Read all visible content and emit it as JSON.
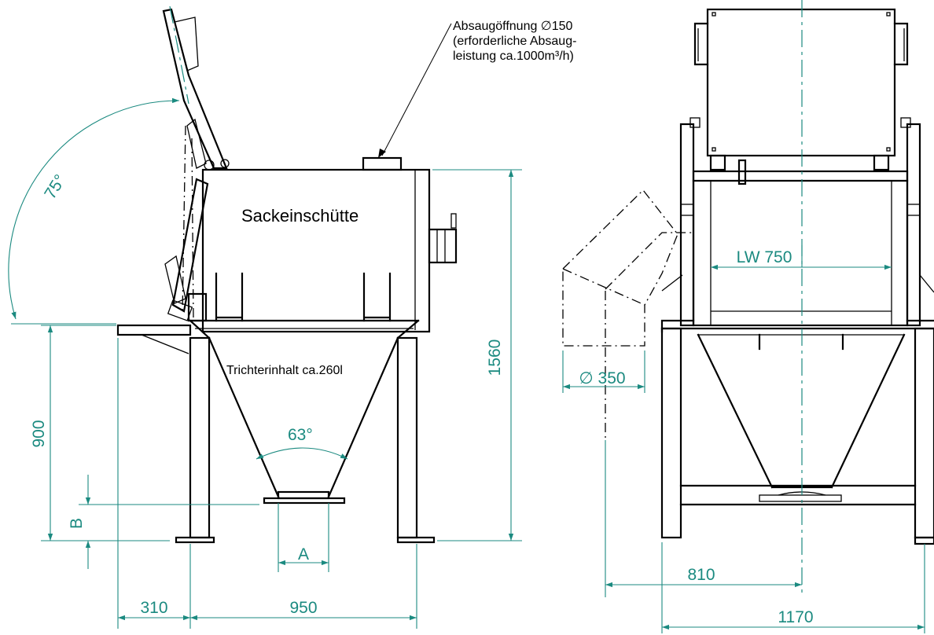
{
  "annotations": {
    "suction": [
      "Absaugöffnung ∅150",
      "(erforderliche Absaug-",
      "leistung ca.1000m³/h)"
    ],
    "hopper_title": "Sackeinschütte",
    "funnel_volume": "Trichterinhalt ca.260l"
  },
  "dimensions": {
    "lid_angle": "75°",
    "funnel_angle": "63°",
    "total_height": "1560",
    "table_height": "900",
    "outlet_height_label": "B",
    "outlet_width_label": "A",
    "table_overhang": "310",
    "frame_width": "950",
    "inner_width": "LW 750",
    "pipe_diameter": "∅ 350",
    "center_offset": "810",
    "total_width": "1170"
  },
  "colors": {
    "dimension": "#1b8a80",
    "lines": "#000000",
    "background": "#ffffff"
  }
}
